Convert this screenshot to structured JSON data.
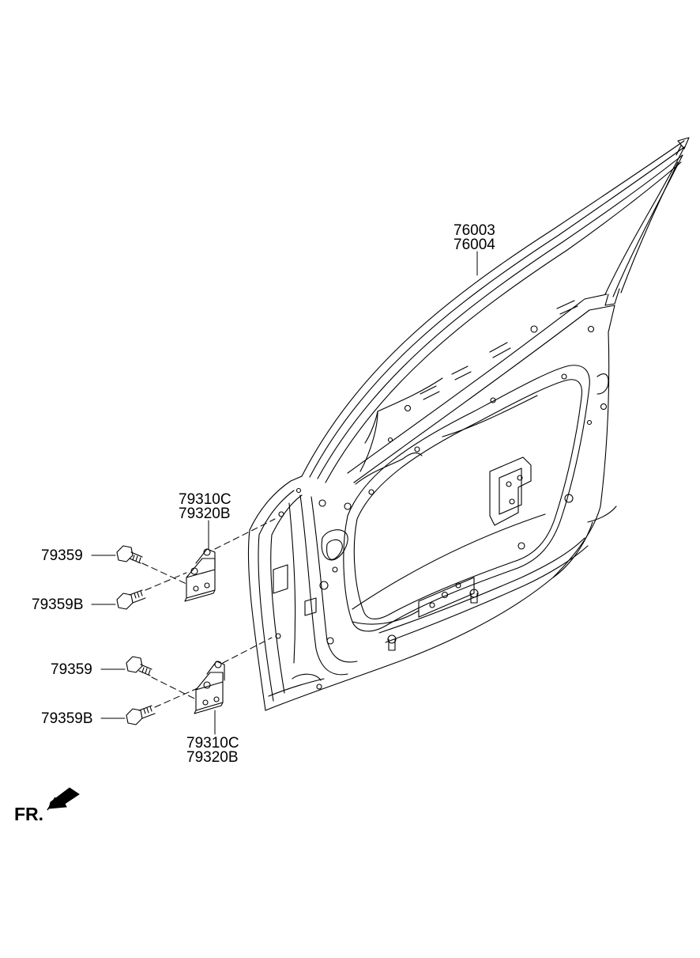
{
  "diagram": {
    "callouts": {
      "door_panel_a": "76003",
      "door_panel_b": "76004",
      "upper_hinge_a": "79310C",
      "upper_hinge_b": "79320B",
      "upper_bolt": "79359",
      "upper_bolt_b": "79359B",
      "lower_bolt": "79359",
      "lower_bolt_b": "79359B",
      "lower_hinge_a": "79310C",
      "lower_hinge_b": "79320B"
    },
    "direction_label": "FR.",
    "line_color": "#000000",
    "fill_color": "#ffffff"
  }
}
